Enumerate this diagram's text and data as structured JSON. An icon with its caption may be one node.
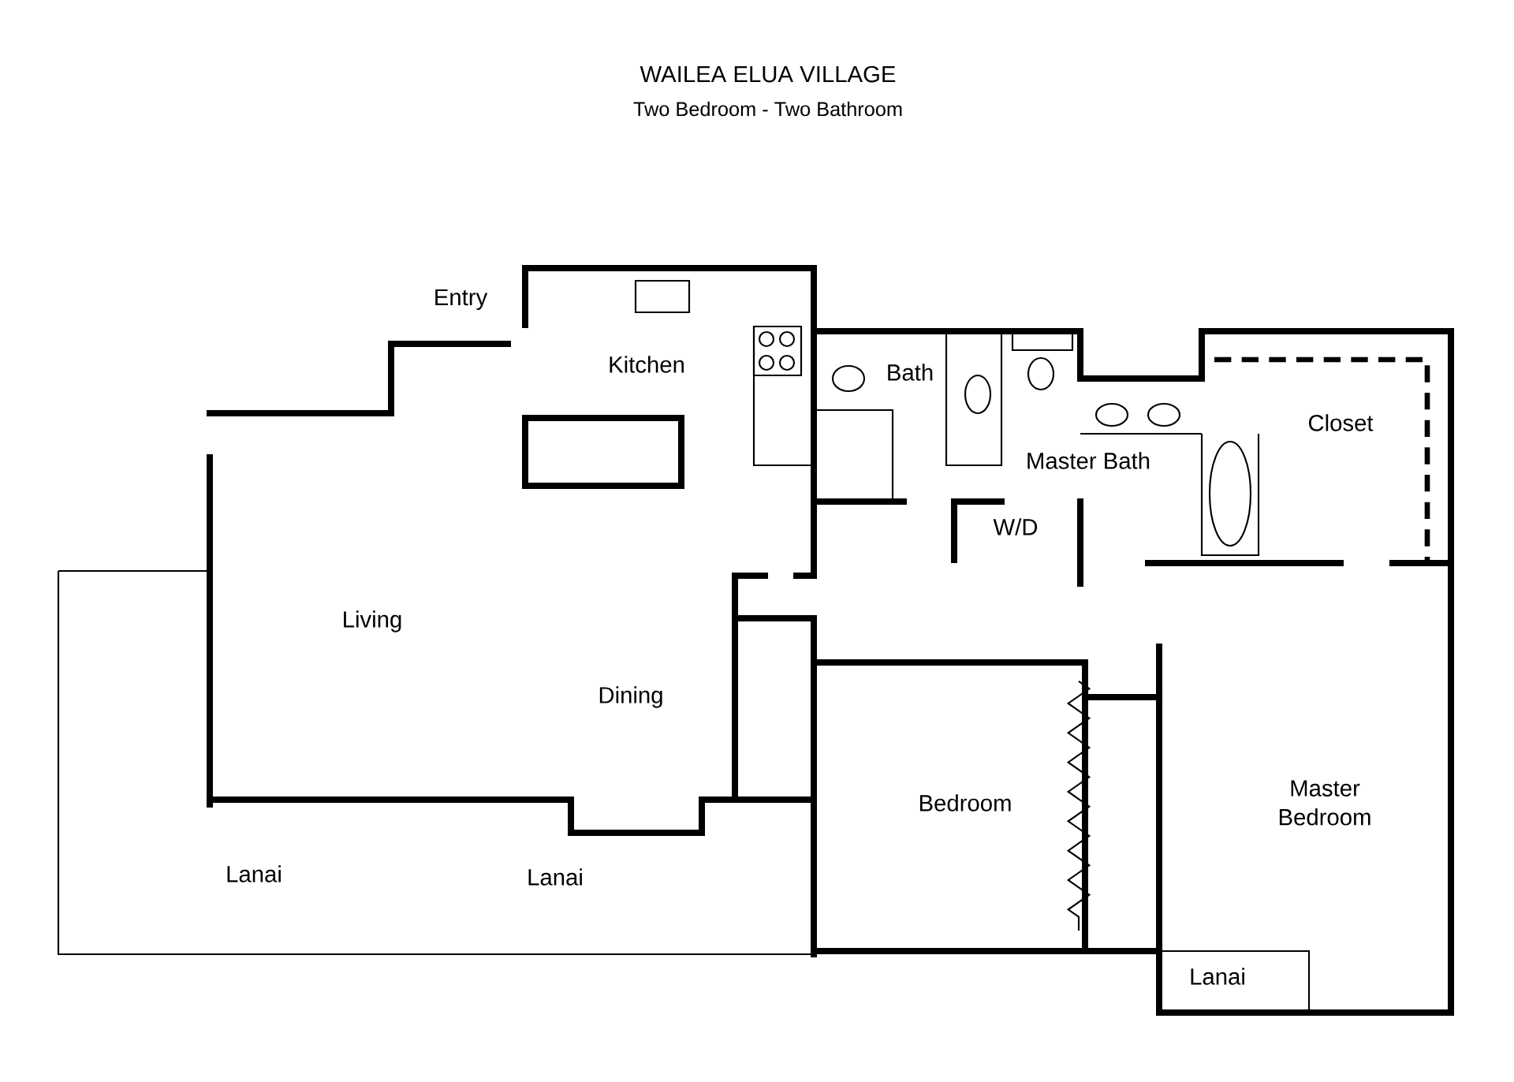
{
  "diagram": {
    "title": "WAILEA ELUA VILLAGE",
    "labels": [
      "Two Bedroom - Two Bathroom",
      "Entry",
      "Kitchen",
      "Bath",
      "Closet",
      "Master Bath",
      "W/D",
      "Living",
      "Dining",
      "Bedroom",
      "Master Bedroom",
      "Lanai",
      "Lanai",
      "Lanai"
    ]
  }
}
